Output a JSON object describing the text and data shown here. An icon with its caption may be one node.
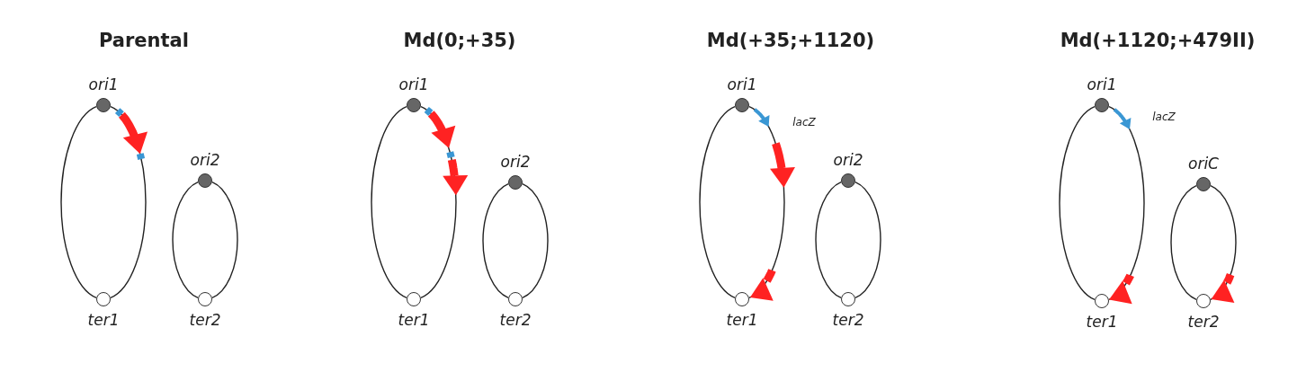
{
  "diagram": {
    "nodes": [
      {
        "text": [
          "ori1"
        ]
      },
      {
        "text": [
          "ori2"
        ]
      },
      {
        "text": [
          "ter1"
        ]
      },
      {
        "text": [
          "ter2"
        ]
      },
      {
        "text": [
          "ori1"
        ]
      },
      {
        "text": [
          "ori2"
        ]
      },
      {
        "text": [
          "ter1"
        ]
      },
      {
        "text": [
          "ter2"
        ]
      },
      {
        "text": [
          "ori1"
        ]
      },
      {
        "text": [
          "ori2"
        ]
      },
      {
        "text": [
          "ter1"
        ]
      },
      {
        "text": [
          "ter2"
        ]
      },
      {
        "text": [
          "ori1"
        ]
      },
      {
        "text": [
          "oriC"
        ]
      },
      {
        "text": [
          "ter1"
        ]
      },
      {
        "text": [
          "ter2"
        ]
      }
    ],
    "edges": [
      {
        "from": 0,
        "to": 2,
        "arrow": "none"
      },
      {
        "from": 0,
        "to": 2,
        "arrow": "to"
      },
      {
        "from": 1,
        "to": 3,
        "arrow": "none"
      },
      {
        "from": 1,
        "to": 3,
        "arrow": "none"
      },
      {
        "from": 4,
        "to": 6,
        "arrow": "none"
      },
      {
        "from": 4,
        "to": 6,
        "arrow": "to"
      },
      {
        "from": 5,
        "to": 7,
        "arrow": "none"
      },
      {
        "from": 5,
        "to": 7,
        "arrow": "none"
      },
      {
        "from": 8,
        "to": 10,
        "arrow": "none"
      },
      {
        "from": 8,
        "to": 10,
        "arrow": "to"
      },
      {
        "from": 9,
        "to": 11,
        "arrow": "none"
      },
      {
        "from": 9,
        "to": 11,
        "arrow": "none"
      },
      {
        "from": 12,
        "to": 14,
        "arrow": "none"
      },
      {
        "from": 12,
        "to": 14,
        "arrow": "to"
      },
      {
        "from": 13,
        "to": 15,
        "arrow": "none"
      },
      {
        "from": 13,
        "to": 15,
        "arrow": "to"
      }
    ],
    "labels": [
      "Parental",
      "Md(0;+35)",
      "Md(+35;+1120)",
      "Md(+1120;+479II)",
      "lacZ",
      "lacZ"
    ]
  }
}
